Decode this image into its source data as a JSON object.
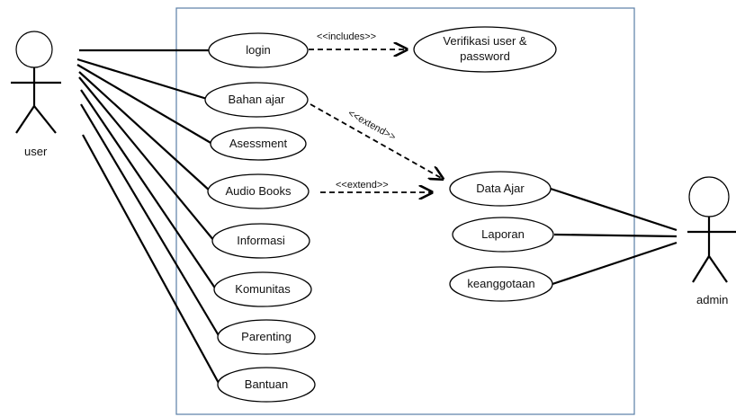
{
  "actors": {
    "user": {
      "label": "user"
    },
    "admin": {
      "label": "admin"
    }
  },
  "use_cases": {
    "login": "login",
    "verifikasi_line1": "Verifikasi user &",
    "verifikasi_line2": "password",
    "bahan_ajar": "Bahan ajar",
    "asessment": "Asessment",
    "audio_books": "Audio Books",
    "informasi": "Informasi",
    "komunitas": "Komunitas",
    "parenting": "Parenting",
    "bantuan": "Bantuan",
    "data_ajar": "Data Ajar",
    "laporan": "Laporan",
    "keanggotaan": "keanggotaan"
  },
  "relations": {
    "includes": "<<includes>>",
    "extend_bahan_ajar": "<<extend>>",
    "extend_audio_books": "<<extend>>"
  },
  "colors": {
    "system_border": "#5a7fa6",
    "line": "#000000",
    "fill": "#ffffff"
  }
}
